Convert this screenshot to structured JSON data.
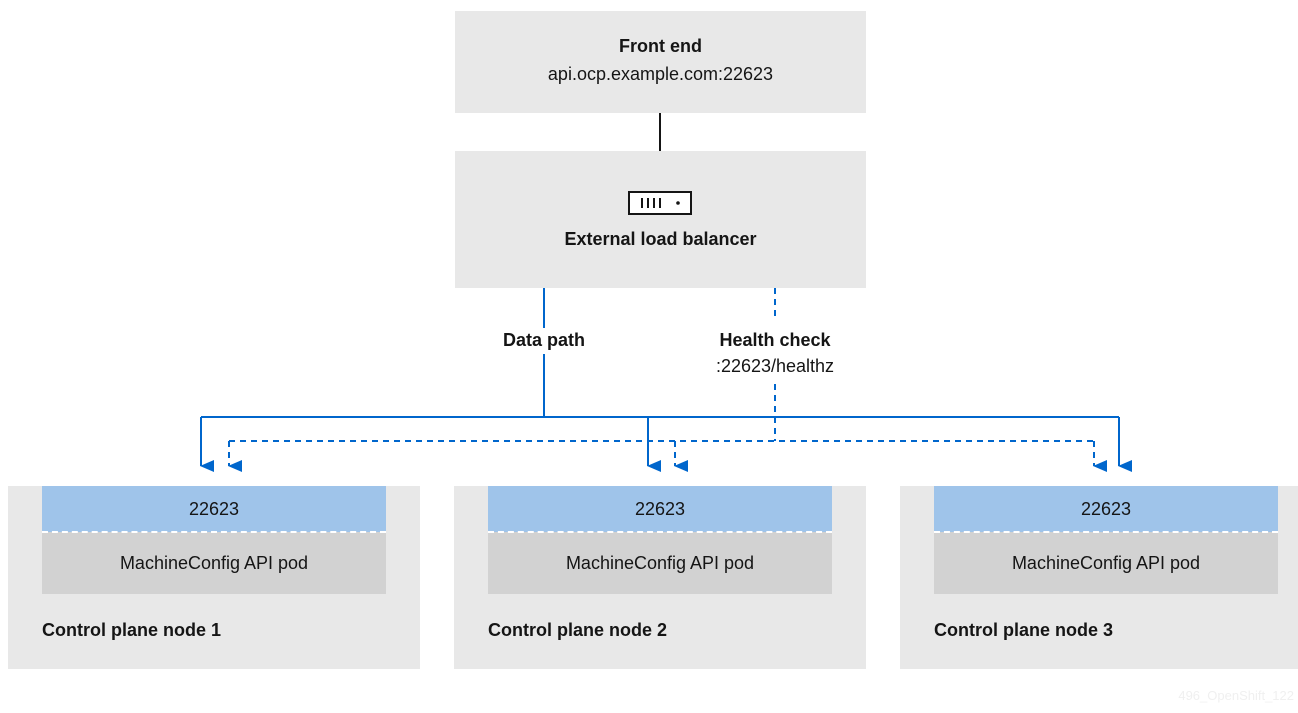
{
  "front_end": {
    "title": "Front end",
    "address": "api.ocp.example.com:22623"
  },
  "load_balancer": {
    "icon": "server-rack-icon",
    "label": "External load balancer"
  },
  "paths": {
    "data_path": "Data path",
    "health_check": "Health check",
    "health_endpoint": ":22623/healthz"
  },
  "nodes": [
    {
      "port": "22623",
      "pod": "MachineConfig API pod",
      "label": "Control plane node 1"
    },
    {
      "port": "22623",
      "pod": "MachineConfig API pod",
      "label": "Control plane node 2"
    },
    {
      "port": "22623",
      "pod": "MachineConfig API pod",
      "label": "Control plane node 3"
    }
  ],
  "colors": {
    "box_bg": "#e8e8e8",
    "port_bg": "#9fc4ea",
    "pod_bg": "#d2d2d2",
    "line_blue": "#0066cc",
    "line_dark": "#151515"
  },
  "watermark": "496_OpenShift_122"
}
